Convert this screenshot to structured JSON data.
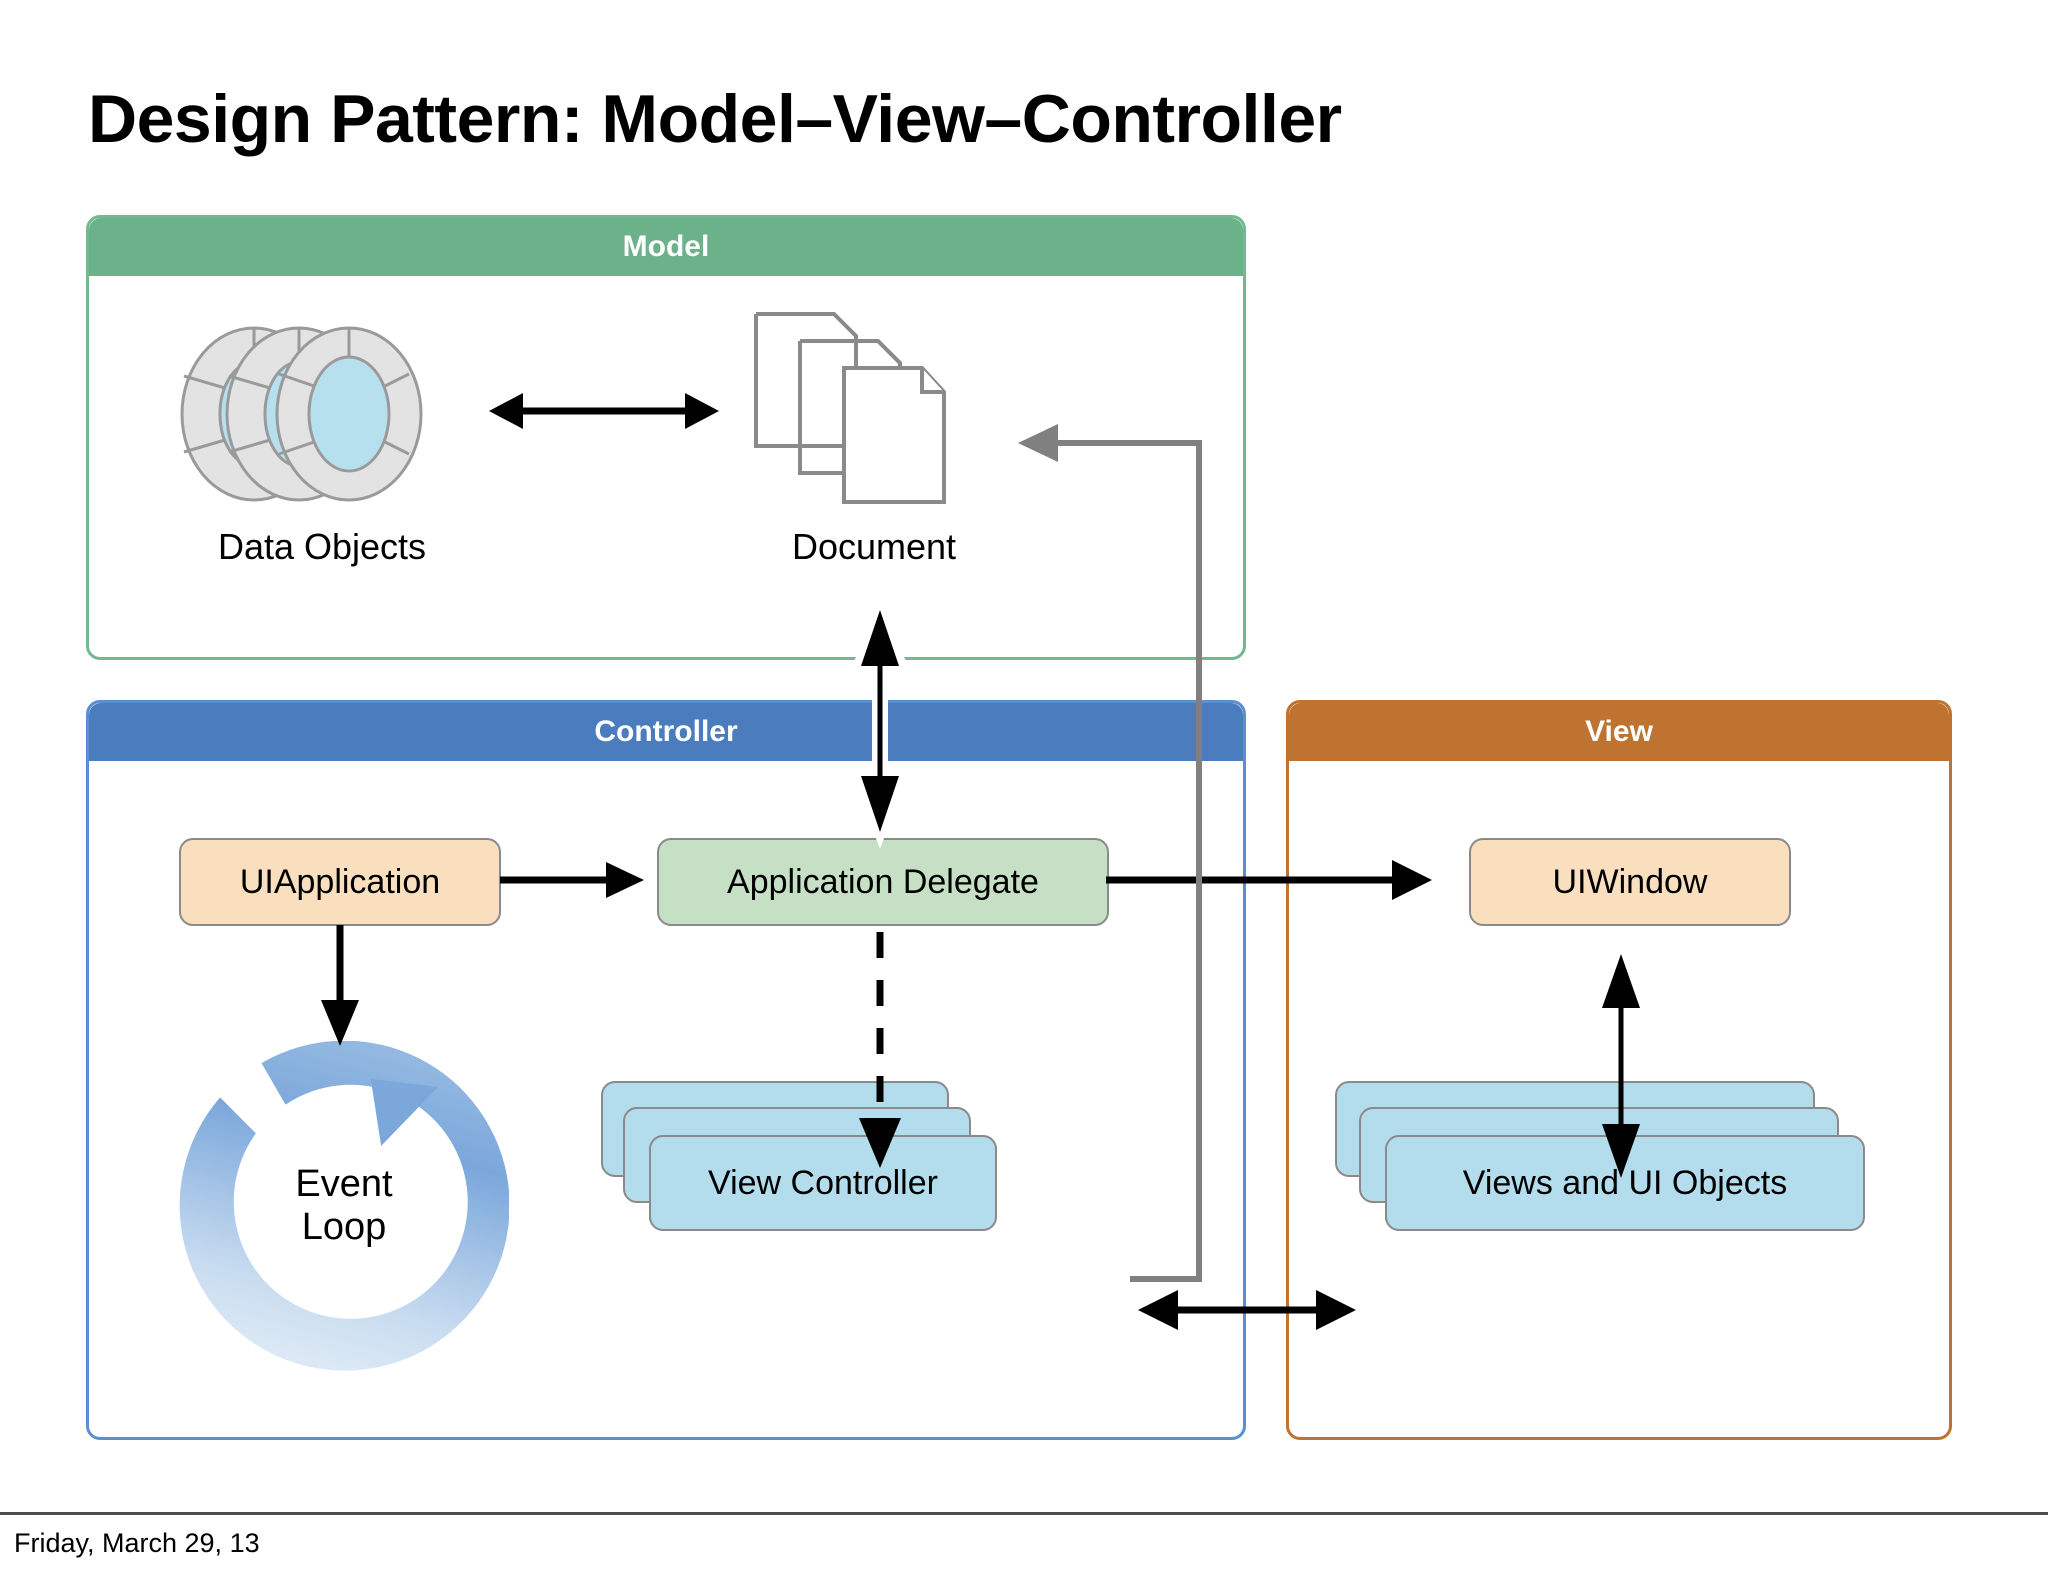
{
  "slide": {
    "title": "Design Pattern: Model–View–Controller",
    "footer_date": "Friday, March 29, 13"
  },
  "colors": {
    "model_header": "#6BB189",
    "model_border": "#72B992",
    "controller_header": "#4A7CBE",
    "controller_border": "#5B8FD0",
    "view_header": "#BE7330",
    "view_border": "#BE7330",
    "node_orange": "#FADFBE",
    "node_green": "#C6E0C6",
    "node_blue": "#B3DCEC",
    "node_border": "#8A8A8A",
    "arrow_black": "#000000",
    "arrow_gray": "#808080",
    "event_loop_blue": "#7BA7DB"
  },
  "panels": {
    "model": {
      "title": "Model",
      "items": [
        {
          "label": "Data Objects",
          "icon": "data-objects-icon"
        },
        {
          "label": "Document",
          "icon": "document-stack-icon"
        }
      ]
    },
    "controller": {
      "title": "Controller",
      "nodes": [
        {
          "label": "UIApplication",
          "style": "orange"
        },
        {
          "label": "Application Delegate",
          "style": "green"
        },
        {
          "label": "View Controller",
          "style": "blue-stack"
        }
      ],
      "event_loop": {
        "line1": "Event",
        "line2": "Loop",
        "icon": "circular-arrow-icon"
      }
    },
    "view": {
      "title": "View",
      "nodes": [
        {
          "label": "UIWindow",
          "style": "orange"
        },
        {
          "label": "Views and UI Objects",
          "style": "blue-stack"
        }
      ]
    }
  },
  "connections": [
    {
      "from": "Data Objects",
      "to": "Document",
      "style": "double-arrow-black"
    },
    {
      "from": "Document",
      "to": "Application Delegate",
      "style": "double-arrow-black-vertical"
    },
    {
      "from": "UIApplication",
      "to": "Application Delegate",
      "style": "arrow-black"
    },
    {
      "from": "UIApplication",
      "to": "Event Loop",
      "style": "arrow-black-down"
    },
    {
      "from": "Application Delegate",
      "to": "UIWindow",
      "style": "arrow-black"
    },
    {
      "from": "Application Delegate",
      "to": "View Controller",
      "style": "dashed-arrow-down"
    },
    {
      "from": "View Controller",
      "to": "Document",
      "style": "arrow-gray-elbow"
    },
    {
      "from": "View Controller",
      "to": "Views and UI Objects",
      "style": "double-arrow-black"
    },
    {
      "from": "UIWindow",
      "to": "Views and UI Objects",
      "style": "double-arrow-black-vertical"
    }
  ]
}
